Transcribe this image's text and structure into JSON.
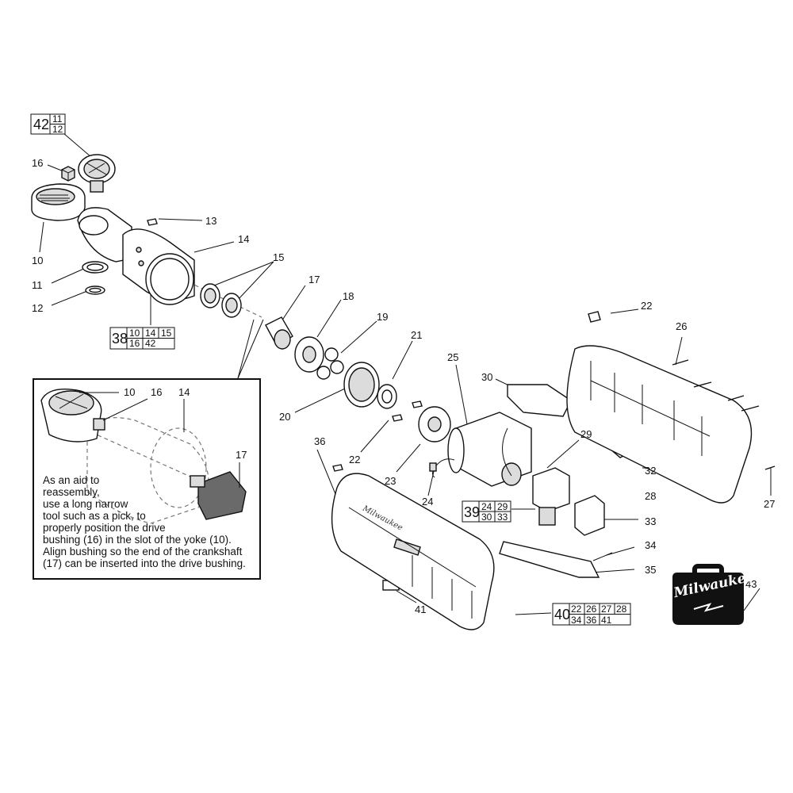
{
  "callouts": {
    "c10": "10",
    "c11": "11",
    "c12": "12",
    "c13": "13",
    "c14": "14",
    "c15": "15",
    "c16": "16",
    "c17": "17",
    "c18": "18",
    "c19": "19",
    "c20": "20",
    "c21": "21",
    "c22a": "22",
    "c22b": "22",
    "c23": "23",
    "c24": "24",
    "c25": "25",
    "c26": "26",
    "c27": "27",
    "c28": "28",
    "c29": "29",
    "c30": "30",
    "c32": "32",
    "c33": "33",
    "c34": "34",
    "c35": "35",
    "c36": "36",
    "c41": "41",
    "c43": "43"
  },
  "kits": {
    "k42": {
      "id": "42",
      "parts": [
        "11",
        "12"
      ]
    },
    "k38": {
      "id": "38",
      "parts": [
        "10",
        "14",
        "15",
        "16",
        "42"
      ]
    },
    "k39": {
      "id": "39",
      "parts": [
        "24",
        "29",
        "30",
        "33"
      ]
    },
    "k40": {
      "id": "40",
      "parts": [
        "22",
        "26",
        "27",
        "28",
        "34",
        "36",
        "41"
      ]
    }
  },
  "inset": {
    "callouts": {
      "c10": "10",
      "c16": "16",
      "c14": "14",
      "c17": "17"
    },
    "note": "As an aid to\nreassembly,\nuse a long narrow\ntool such as a pick, to\nproperly position the drive\nbushing (16) in the slot of the yoke (10).\nAlign bushing so the end of the crankshaft\n(17) can be inserted into the drive bushing."
  },
  "brand": {
    "logo_text": "Milwaukee",
    "housing_label": "Milwaukee"
  },
  "colors": {
    "line": "#111111",
    "logo_bg": "#111111",
    "logo_text": "#ffffff"
  }
}
